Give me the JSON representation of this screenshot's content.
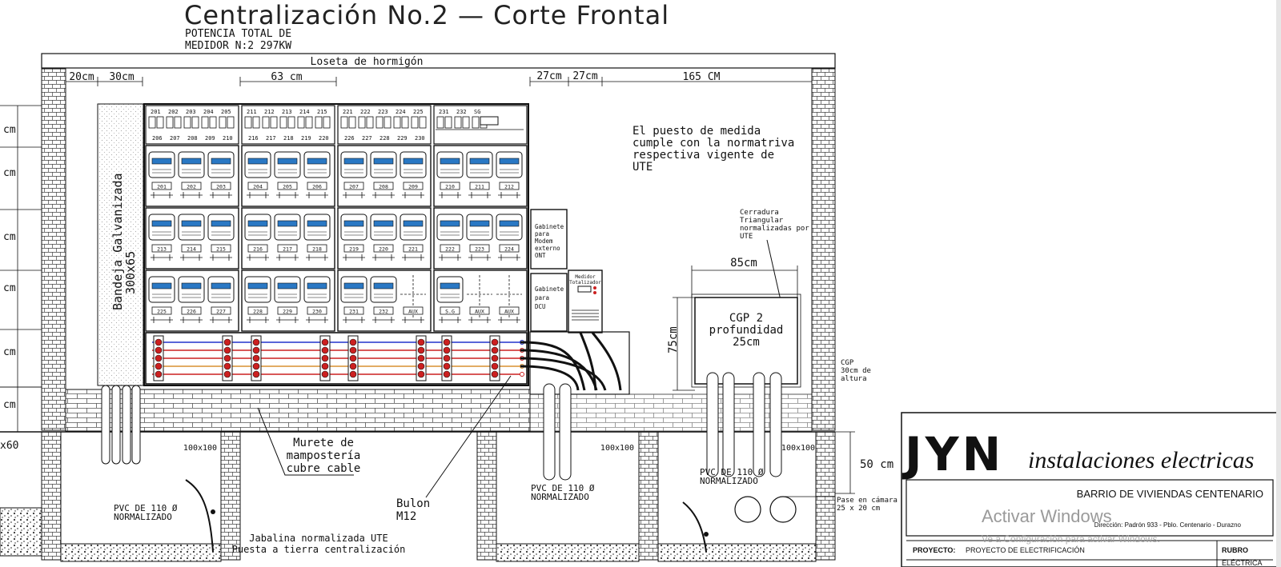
{
  "drawing": {
    "title": "Centralización No.2 — Corte Frontal",
    "subtitle_line1": "POTENCIA TOTAL DE",
    "subtitle_line2": "MEDIDOR N:2 297KW",
    "slab_label": "Loseta de hormigón",
    "dims": {
      "d20": "20cm",
      "d30": "30cm",
      "d63": "63 cm",
      "d27a": "27cm",
      "d27b": "27cm",
      "d165": "165 CM",
      "d85": "85cm",
      "d75": "75cm",
      "d50": "50 cm",
      "x60": "x60",
      "d100a": "100x100",
      "d100b": "100x100",
      "d100c": "100x100",
      "left_cm": [
        "cm",
        "cm",
        "cm",
        "cm",
        "cm",
        "cm"
      ]
    },
    "tray_label_1": "Bandeja Galvanizada",
    "tray_label_2": "300x65",
    "note_lines": [
      "El puesto de medida",
      "cumple con la normatriva",
      "respectiva vigente de",
      "UTE"
    ],
    "lock_lines": [
      "Cerradura",
      "Triangular",
      "normalizadas por",
      "UTE"
    ],
    "cgp_lines": [
      "CGP 2",
      "profundidad",
      "25cm"
    ],
    "cgp_height_lines": [
      "CGP",
      "30cm de",
      "altura"
    ],
    "modem_lines": [
      "Gabinete",
      "para",
      "Modem",
      "externo",
      "ONT"
    ],
    "dcu_lines": [
      "Gabinete",
      "para",
      "DCU"
    ],
    "totalizer_lines": [
      "Medidor",
      "Totalizador"
    ],
    "wall_lines": [
      "Murete de",
      "mampostería",
      "cubre cable"
    ],
    "bolt_lines": [
      "Bulon",
      "M12"
    ],
    "pvc_left": [
      "PVC DE 110 Ø",
      "NORMALIZADO"
    ],
    "pvc_mid": [
      "PVC DE 110 Ø",
      "NORMALIZADO"
    ],
    "pvc_right": [
      "PVC DE 110 Ø",
      "NORMALIZADO"
    ],
    "chamber_lines": [
      "Pase en cámara",
      "25 x 20 cm"
    ],
    "ground_lines": [
      "Jabalina normalizada UTE",
      "Puesta a tierra centralización"
    ],
    "meter_top_labels": [
      [
        "201",
        "202",
        "203",
        "204",
        "205"
      ],
      [
        "211",
        "212",
        "213",
        "214",
        "215"
      ],
      [
        "221",
        "222",
        "223",
        "224",
        "225"
      ],
      [
        "231",
        "232",
        "SG"
      ]
    ],
    "meter_top_labels_2": [
      [
        "206",
        "207",
        "208",
        "209",
        "210"
      ],
      [
        "216",
        "217",
        "218",
        "219",
        "220"
      ],
      [
        "226",
        "227",
        "228",
        "229",
        "230"
      ],
      []
    ],
    "row1_labels": [
      [
        "201",
        "202",
        "203"
      ],
      [
        "204",
        "205",
        "206"
      ],
      [
        "207",
        "208",
        "209"
      ],
      [
        "210",
        "211",
        "212"
      ]
    ],
    "row2_labels": [
      [
        "213",
        "214",
        "215"
      ],
      [
        "216",
        "217",
        "218"
      ],
      [
        "219",
        "220",
        "221"
      ],
      [
        "222",
        "223",
        "224"
      ]
    ],
    "row3_labels": [
      [
        "225",
        "226",
        "227"
      ],
      [
        "228",
        "229",
        "230"
      ],
      [
        "231",
        "232",
        "AUX"
      ],
      [
        "S.G",
        "AUX",
        "AUX"
      ]
    ]
  },
  "title_block": {
    "logo_letters": "JYN",
    "logo_text": "instalaciones electricas",
    "project_name": "BARRIO DE VIVIENDAS CENTENARIO",
    "address": "Dirección: Padrón 933 - Pblo. Centenario - Durazno",
    "proyecto_label": "PROYECTO:",
    "proyecto_value": "PROYECTO DE ELECTRIFICACIÓN",
    "rubro_label": "RUBRO",
    "rubro_value": "ELÉCTRICA"
  },
  "watermark": {
    "line1": "Activar Windows",
    "line2": "Ve a Configuración para activar Windows."
  },
  "colors": {
    "line": "#111111",
    "meter_blue": "#2a78c4",
    "bus_red": "#cc2020",
    "bus_blue": "#2233cc",
    "bus_orange": "#d89030",
    "brick": "#444444"
  }
}
